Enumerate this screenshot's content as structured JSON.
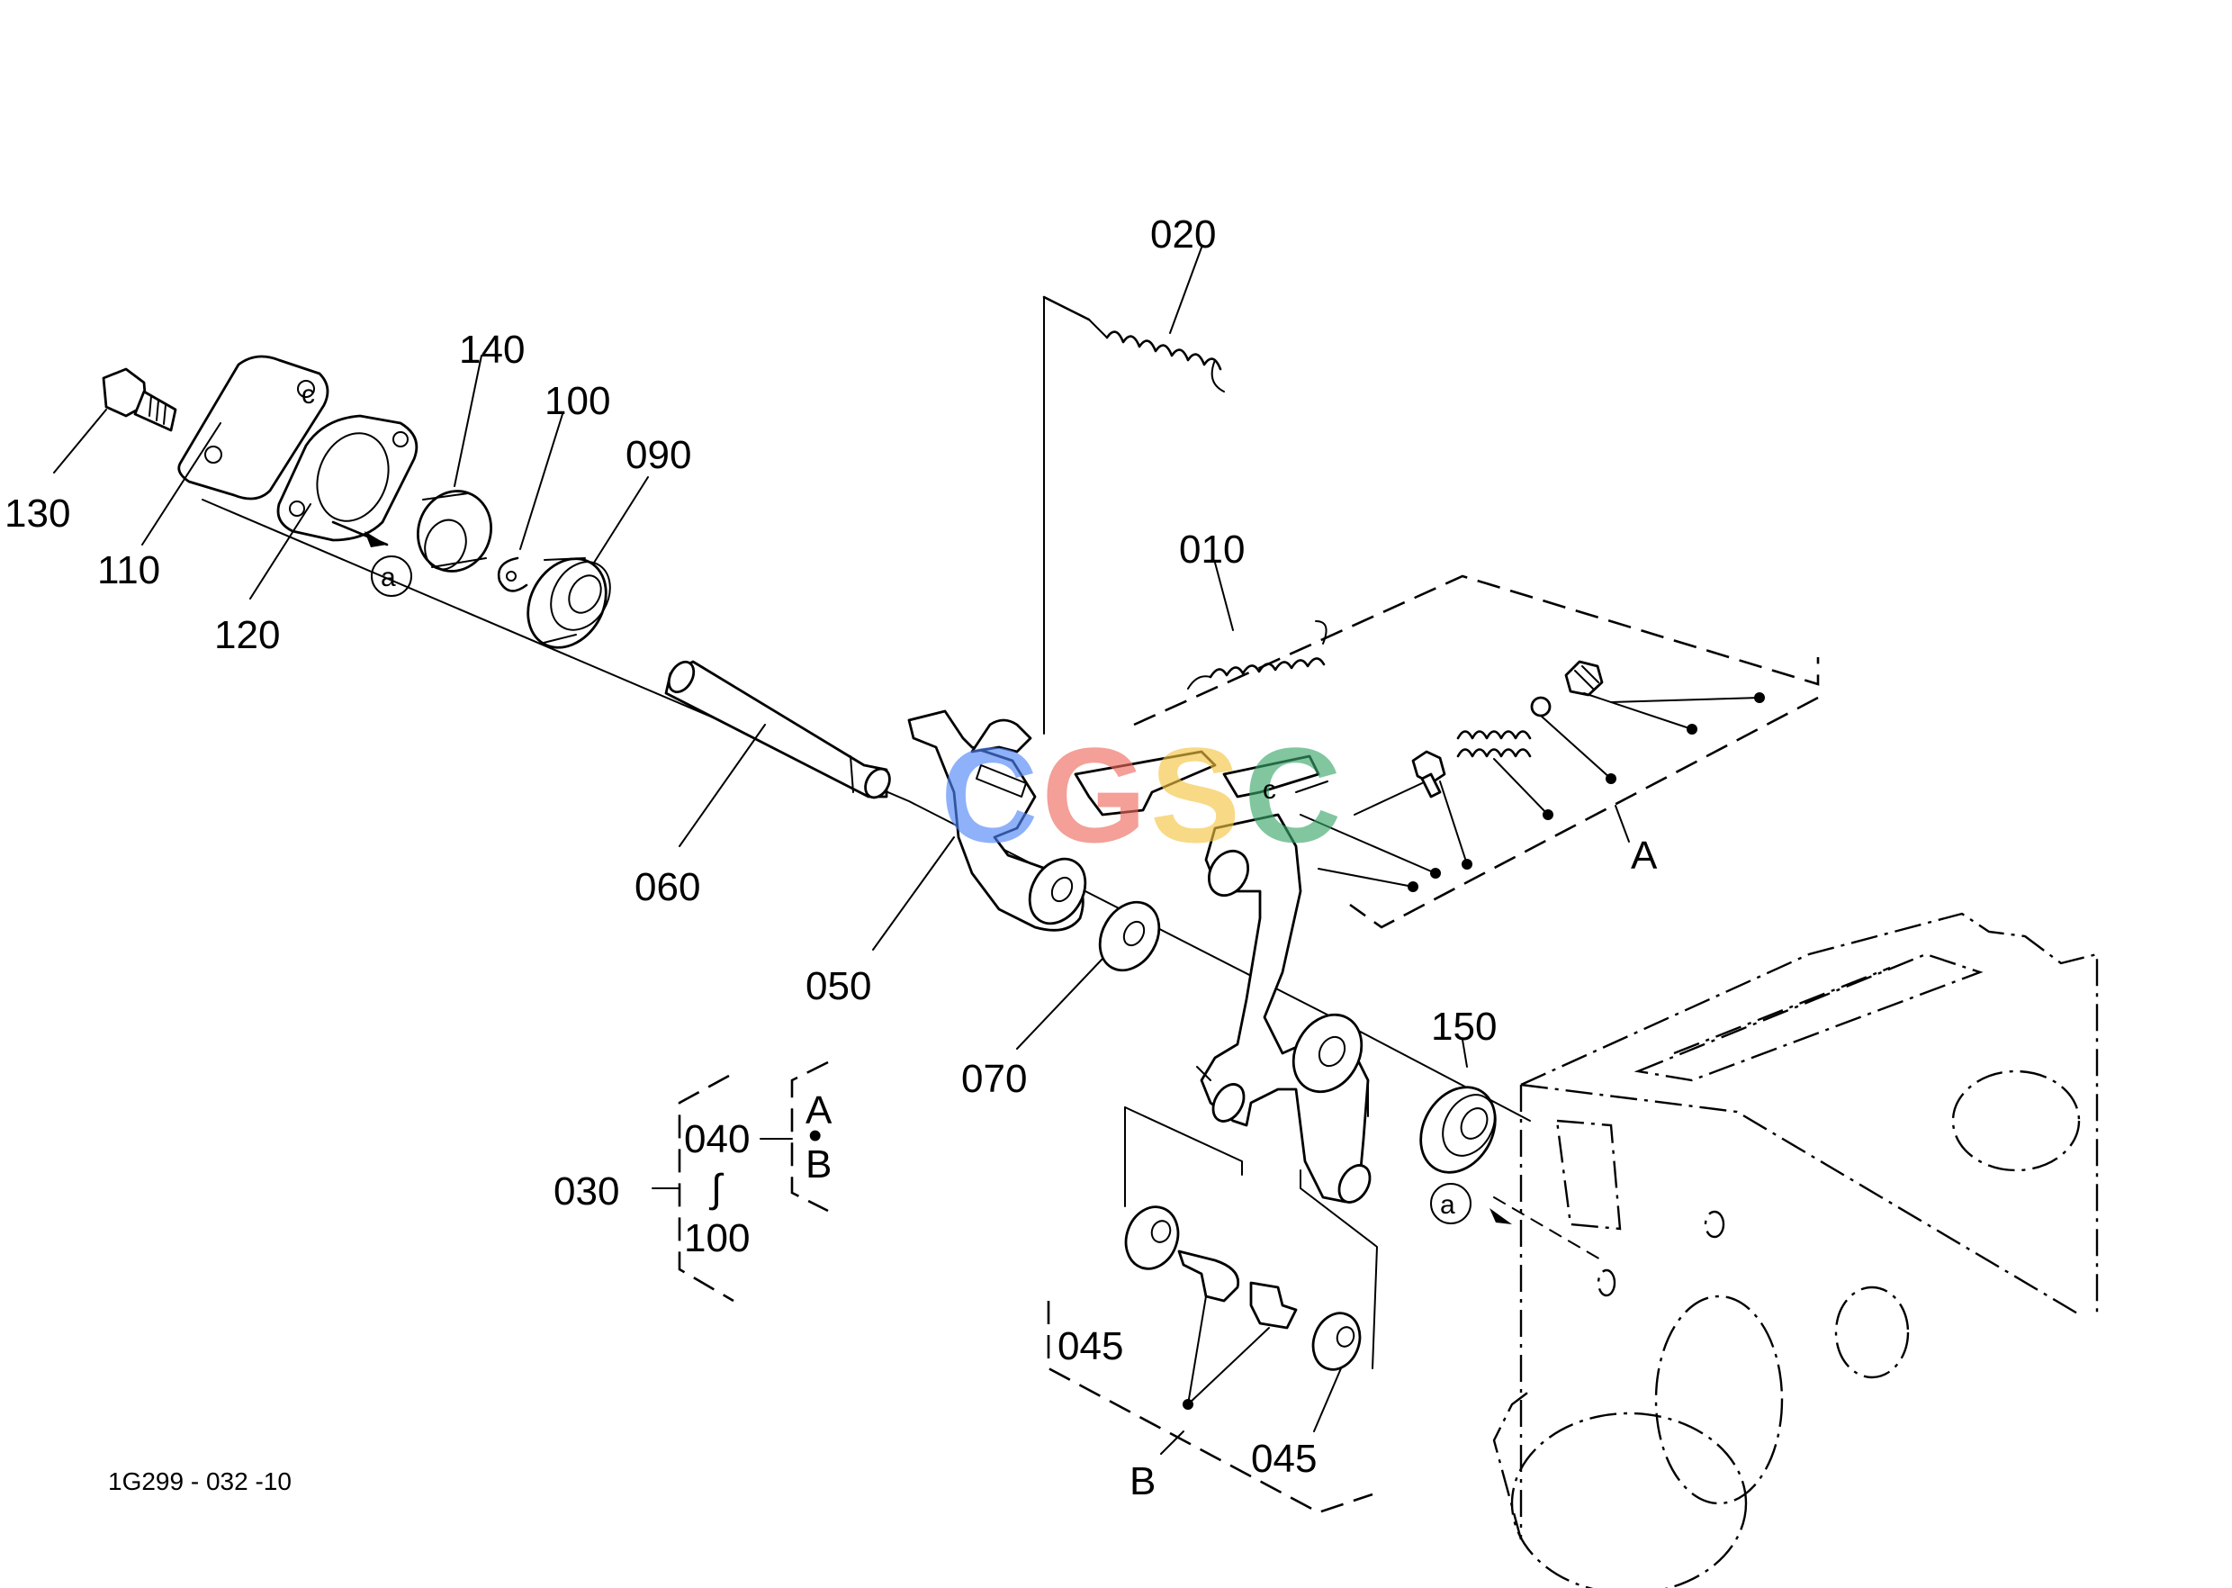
{
  "diagram_code": "1G299 - 032 -10",
  "callouts": {
    "p010": "010",
    "p020": "020",
    "p030": "030",
    "p040": "040",
    "p045a": "045",
    "p045b": "045",
    "p050": "050",
    "p060": "060",
    "p070": "070",
    "p090": "090",
    "p100": "100",
    "p100b": "100",
    "p110": "110",
    "p120": "120",
    "p130": "130",
    "p140": "140",
    "p150": "150"
  },
  "group_labels": {
    "group_a": "A",
    "group_b": "B",
    "ref_a1": "a",
    "ref_a2": "a",
    "range_a": "A",
    "range_sep": "•",
    "range_b": "B",
    "range_tilde": "∫"
  },
  "part_marks": {
    "c1": "c",
    "c2": "c"
  },
  "watermark": "CGSC",
  "colors": {
    "line": "#000000",
    "background": "#ffffff",
    "watermark_blue": "#4f86f7",
    "watermark_red": "#ee6a5c",
    "watermark_yellow": "#f5c542",
    "watermark_green": "#3aa66a"
  }
}
